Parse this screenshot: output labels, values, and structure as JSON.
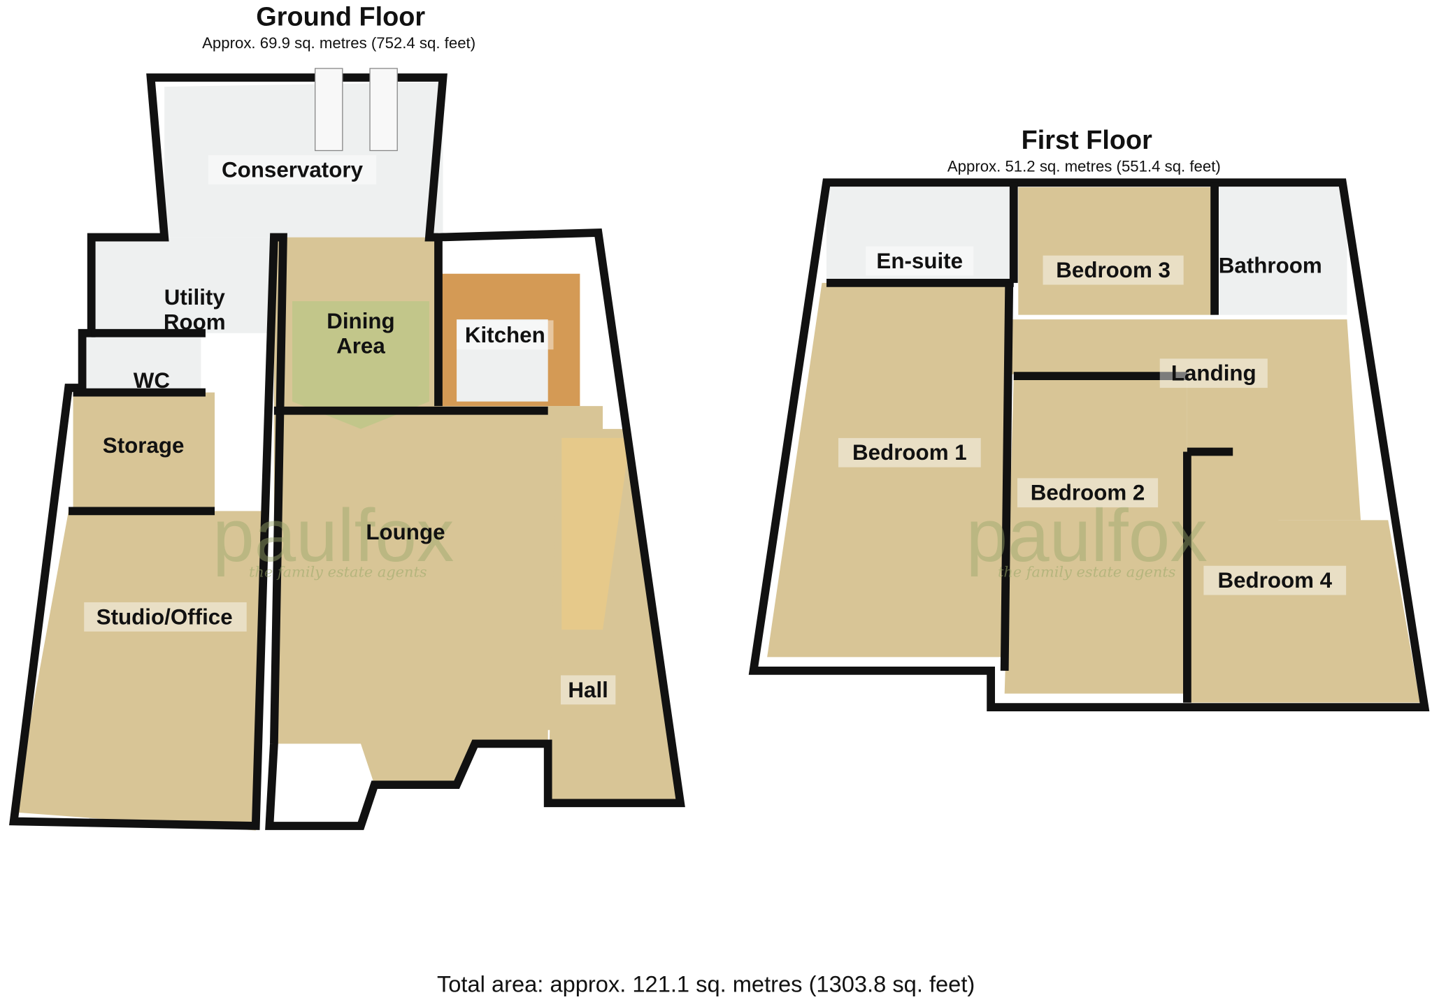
{
  "ground_floor": {
    "title": "Ground Floor",
    "area": "Approx. 69.9 sq. metres (752.4 sq. feet)",
    "rooms": {
      "conservatory": "Conservatory",
      "utility_1": "Utility",
      "utility_2": "Room",
      "wc": "WC",
      "storage": "Storage",
      "studio": "Studio/Office",
      "dining_1": "Dining",
      "dining_2": "Area",
      "kitchen": "Kitchen",
      "lounge": "Lounge",
      "hall": "Hall"
    }
  },
  "first_floor": {
    "title": "First Floor",
    "area": "Approx. 51.2 sq. metres (551.4 sq. feet)",
    "rooms": {
      "ensuite": "En-suite",
      "bedroom3": "Bedroom 3",
      "bathroom": "Bathroom",
      "landing": "Landing",
      "bedroom1": "Bedroom 1",
      "bedroom2": "Bedroom 2",
      "bedroom4": "Bedroom 4"
    }
  },
  "watermark": {
    "brand": "paulfox",
    "tagline": "the family estate agents"
  },
  "total_area": "Total area: approx. 121.1 sq. metres (1303.8 sq. feet)"
}
